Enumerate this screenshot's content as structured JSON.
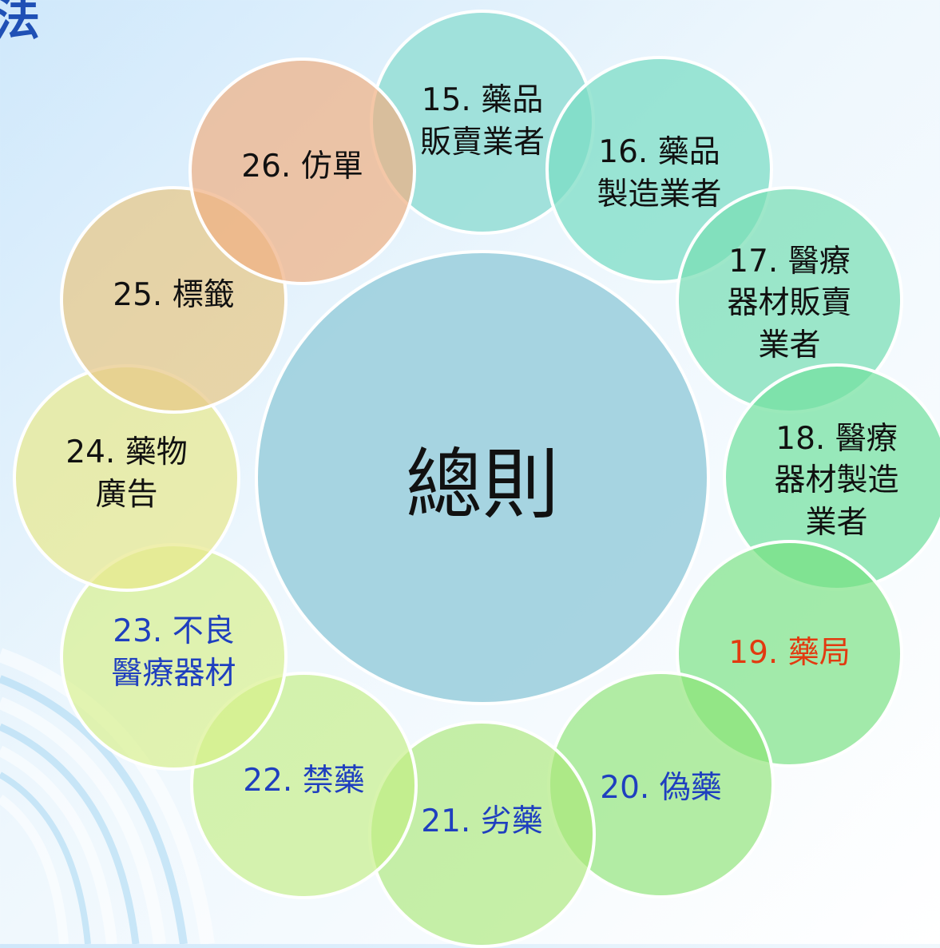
{
  "page": {
    "title_fragment": "法"
  },
  "center_label": "總則",
  "colors": {
    "title": "#1f50b5",
    "default_text": "#111111",
    "highlight_blue": "#1f3fbf",
    "highlight_red": "#e23a10"
  },
  "chapters": [
    {
      "id": "15",
      "lines": [
        "15. 藥品",
        "販賣業者"
      ],
      "text_color": "default"
    },
    {
      "id": "16",
      "lines": [
        "16. 藥品",
        "製造業者"
      ],
      "text_color": "default"
    },
    {
      "id": "17",
      "lines": [
        "17. 醫療",
        "器材販賣",
        "業者"
      ],
      "text_color": "default"
    },
    {
      "id": "18",
      "lines": [
        "18. 醫療",
        "器材製造",
        "業者"
      ],
      "text_color": "default"
    },
    {
      "id": "19",
      "lines": [
        "19. 藥局"
      ],
      "text_color": "red"
    },
    {
      "id": "20",
      "lines": [
        "20. 偽藥"
      ],
      "text_color": "blue"
    },
    {
      "id": "21",
      "lines": [
        "21. 劣藥"
      ],
      "text_color": "blue"
    },
    {
      "id": "22",
      "lines": [
        "22. 禁藥"
      ],
      "text_color": "blue"
    },
    {
      "id": "23",
      "lines": [
        "23. 不良",
        "醫療器材"
      ],
      "text_color": "blue"
    },
    {
      "id": "24",
      "lines": [
        "24. 藥物",
        "廣告"
      ],
      "text_color": "default"
    },
    {
      "id": "25",
      "lines": [
        "25. 標籤"
      ],
      "text_color": "default"
    },
    {
      "id": "26",
      "lines": [
        "26. 仿單"
      ],
      "text_color": "default"
    }
  ]
}
